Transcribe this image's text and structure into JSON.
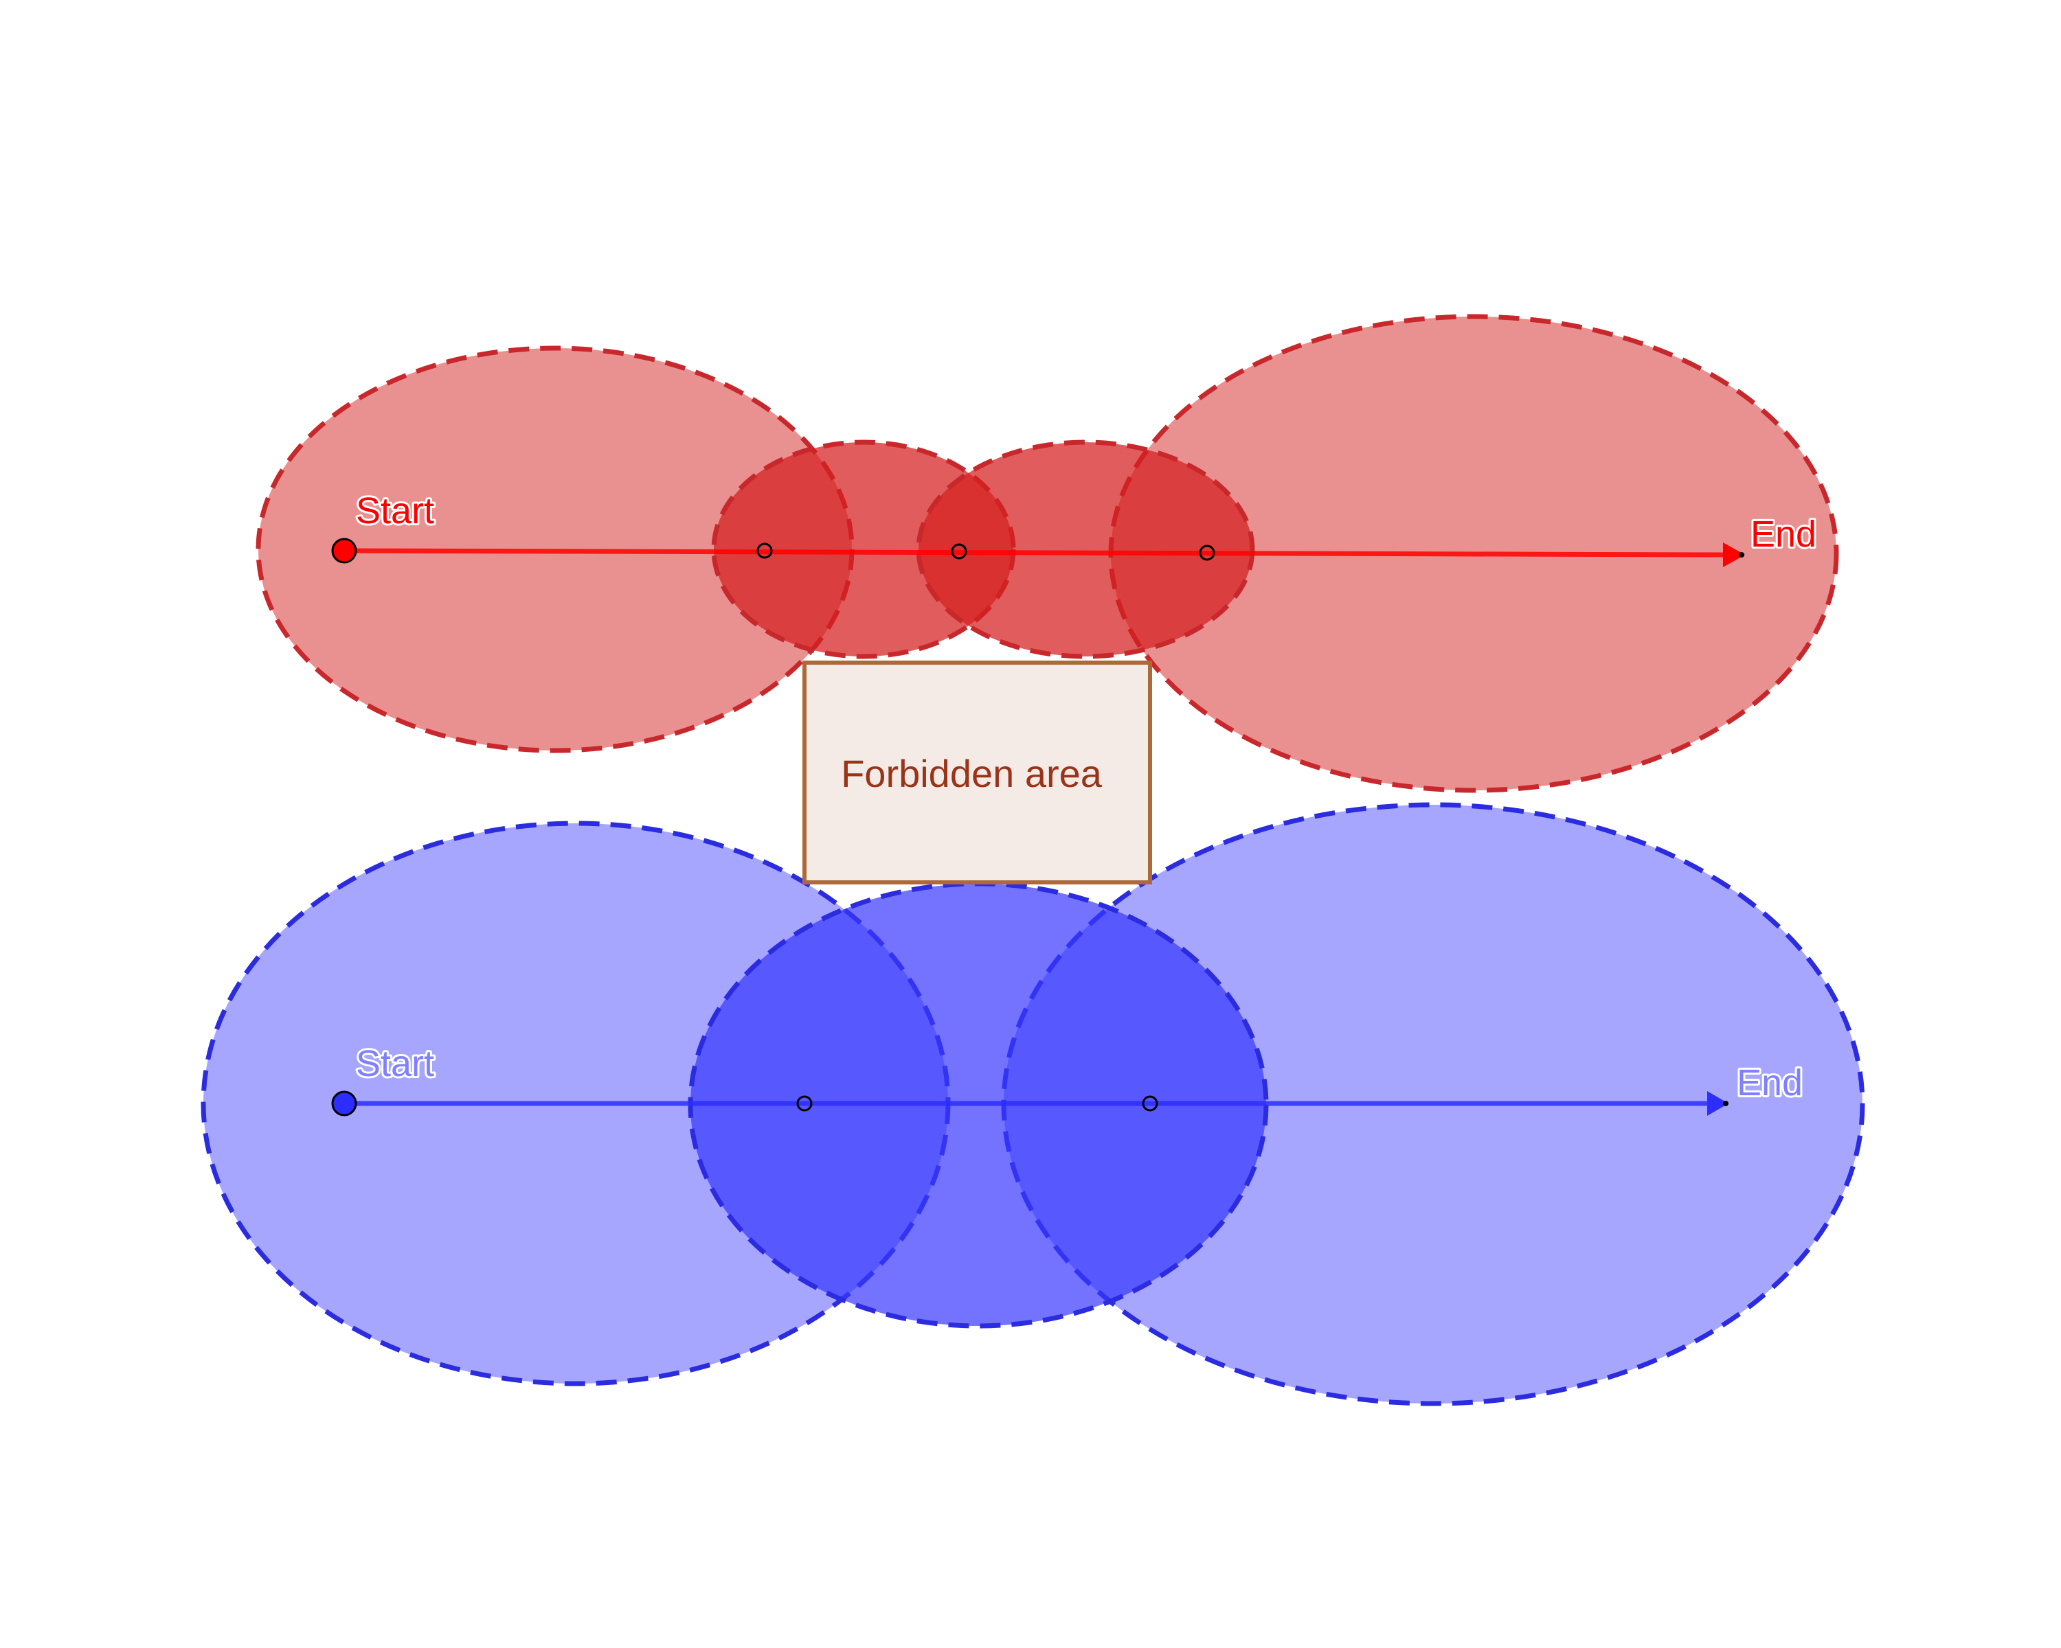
{
  "colors": {
    "red_path": "#ff0000",
    "red_light_fill": "#e06666",
    "red_dark_fill": "#d51f1f",
    "red_stroke": "#c8282c",
    "blue_path": "#2d2dff",
    "blue_light_fill": "#8080ff",
    "blue_dark_fill": "#3838ff",
    "blue_stroke": "#2b2bdf",
    "forbidden_fill": "#f5ebe6",
    "forbidden_stroke": "#ac6a3a",
    "forbidden_text": "#99331a"
  },
  "red_route": {
    "start_label": "Start",
    "end_label": "End"
  },
  "blue_route": {
    "start_label": "Start",
    "end_label": "End"
  },
  "forbidden_area": {
    "label": "Forbidden area"
  }
}
